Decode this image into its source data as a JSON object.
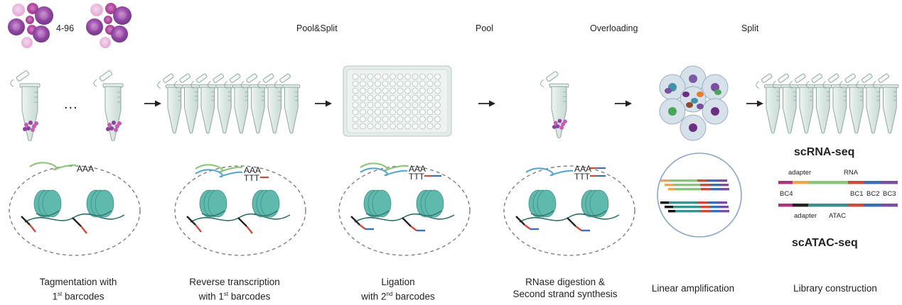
{
  "header": {
    "count_label": "4-96",
    "step_pool_split": "Pool&Split",
    "step_pool": "Pool",
    "step_overloading": "Overloading",
    "step_split": "Split"
  },
  "panel1": {
    "ellipsis": "...",
    "poly_a": "AAA"
  },
  "panel2": {
    "poly_a": "AAA",
    "poly_t": "TTT"
  },
  "panel3": {
    "poly_a": "AAA",
    "poly_t": "TTT"
  },
  "panel4": {
    "poly_a": "AAA",
    "poly_t": "TTT"
  },
  "library": {
    "rna_title": "scRNA-seq",
    "atac_title": "scATAC-seq",
    "adapter_top": "adapter",
    "rna_label": "RNA",
    "bc4": "BC4",
    "bc1": "BC1",
    "bc2": "BC2",
    "bc3": "BC3",
    "adapter_bottom": "adapter",
    "atac_label": "ATAC"
  },
  "captions": {
    "c1_line1": "Tagmentation with",
    "c1_line2_pre": "1",
    "c1_line2_sup": "st",
    "c1_line2_post": " barcodes",
    "c2_line1": "Reverse transcription",
    "c2_line2_pre": "with 1",
    "c2_line2_sup": "st",
    "c2_line2_post": " barcodes",
    "c3_line1": "Ligation",
    "c3_line2_pre": "with 2",
    "c3_line2_sup": "nd",
    "c3_line2_post": " barcodes",
    "c4_line1": "RNase digestion &",
    "c4_line2": "Second strand synthesis",
    "c5": "Linear amplification",
    "c6": "Library construction"
  },
  "colors": {
    "tube": "#dfeae6",
    "tube_stroke": "#8fa8a0",
    "nucleosome": "#5fb9ac",
    "dna": "#2f6f6a",
    "rna_green": "#8cc57a",
    "cdna_blue": "#5aa6cf",
    "barcode_red": "#d04a3a",
    "barcode_blue": "#3a6fb3",
    "magenta": "#b0327e",
    "orange": "#f0a64a",
    "purple": "#7a4ea0",
    "teal": "#3a8f8f"
  }
}
